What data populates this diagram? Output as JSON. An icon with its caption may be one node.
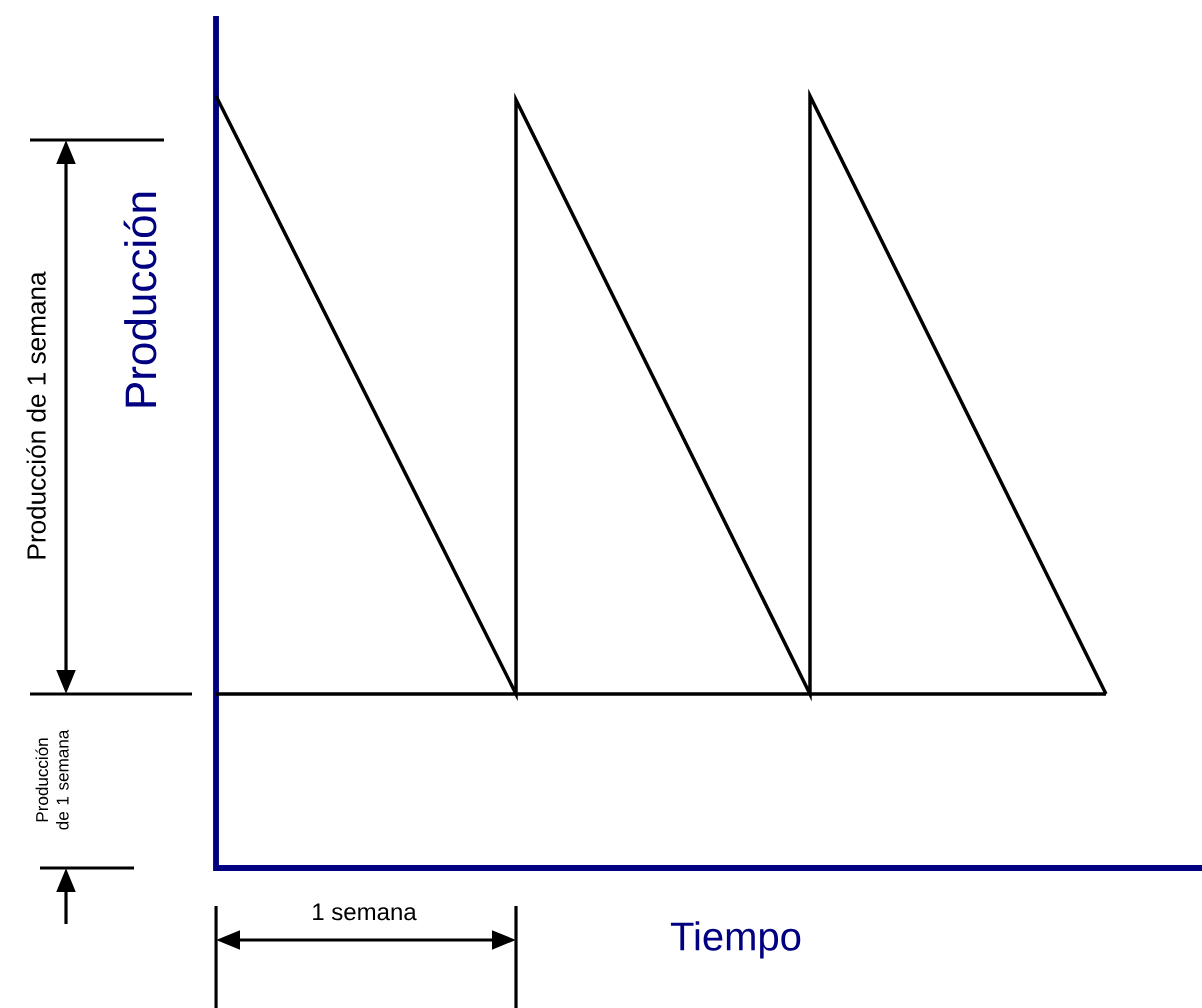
{
  "diagram": {
    "labels": [
      "Producción de 1 semana",
      "Producción",
      "Producción de 1 semana",
      "1 semana",
      "Tiempo"
    ]
  }
}
